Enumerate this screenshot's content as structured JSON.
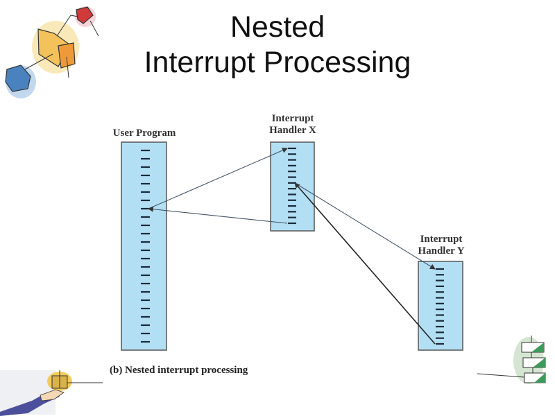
{
  "slide": {
    "title_line1": "Nested",
    "title_line2": "Interrupt Processing",
    "caption": "(b) Nested interrupt processing"
  },
  "diagram": {
    "box_color": "#b3dff5",
    "box_border": "#555555",
    "boxes": [
      {
        "id": "user-program",
        "label_lines": [
          "User Program"
        ],
        "instruction_count": 24
      },
      {
        "id": "handler-x",
        "label_lines": [
          "Interrupt",
          "Handler X"
        ],
        "instruction_count": 14
      },
      {
        "id": "handler-y",
        "label_lines": [
          "Interrupt",
          "Handler Y"
        ],
        "instruction_count": 14
      }
    ],
    "transfers": [
      {
        "from": "user-program",
        "from_instr": 7,
        "to": "handler-x",
        "to_instr": 0,
        "kind": "interrupt"
      },
      {
        "from": "handler-x",
        "from_instr": 13,
        "to": "user-program",
        "to_instr": 7,
        "kind": "return"
      },
      {
        "from": "handler-x",
        "from_instr": 6,
        "to": "handler-y",
        "to_instr": 0,
        "kind": "interrupt"
      },
      {
        "from": "handler-y",
        "from_instr": 13,
        "to": "handler-x",
        "to_instr": 6,
        "kind": "return"
      }
    ]
  },
  "decorations": {
    "top_left": "cubes-clipart-icon",
    "bottom_left": "hand-holding-box-icon",
    "bottom_right": "stacked-green-blocks-icon"
  }
}
